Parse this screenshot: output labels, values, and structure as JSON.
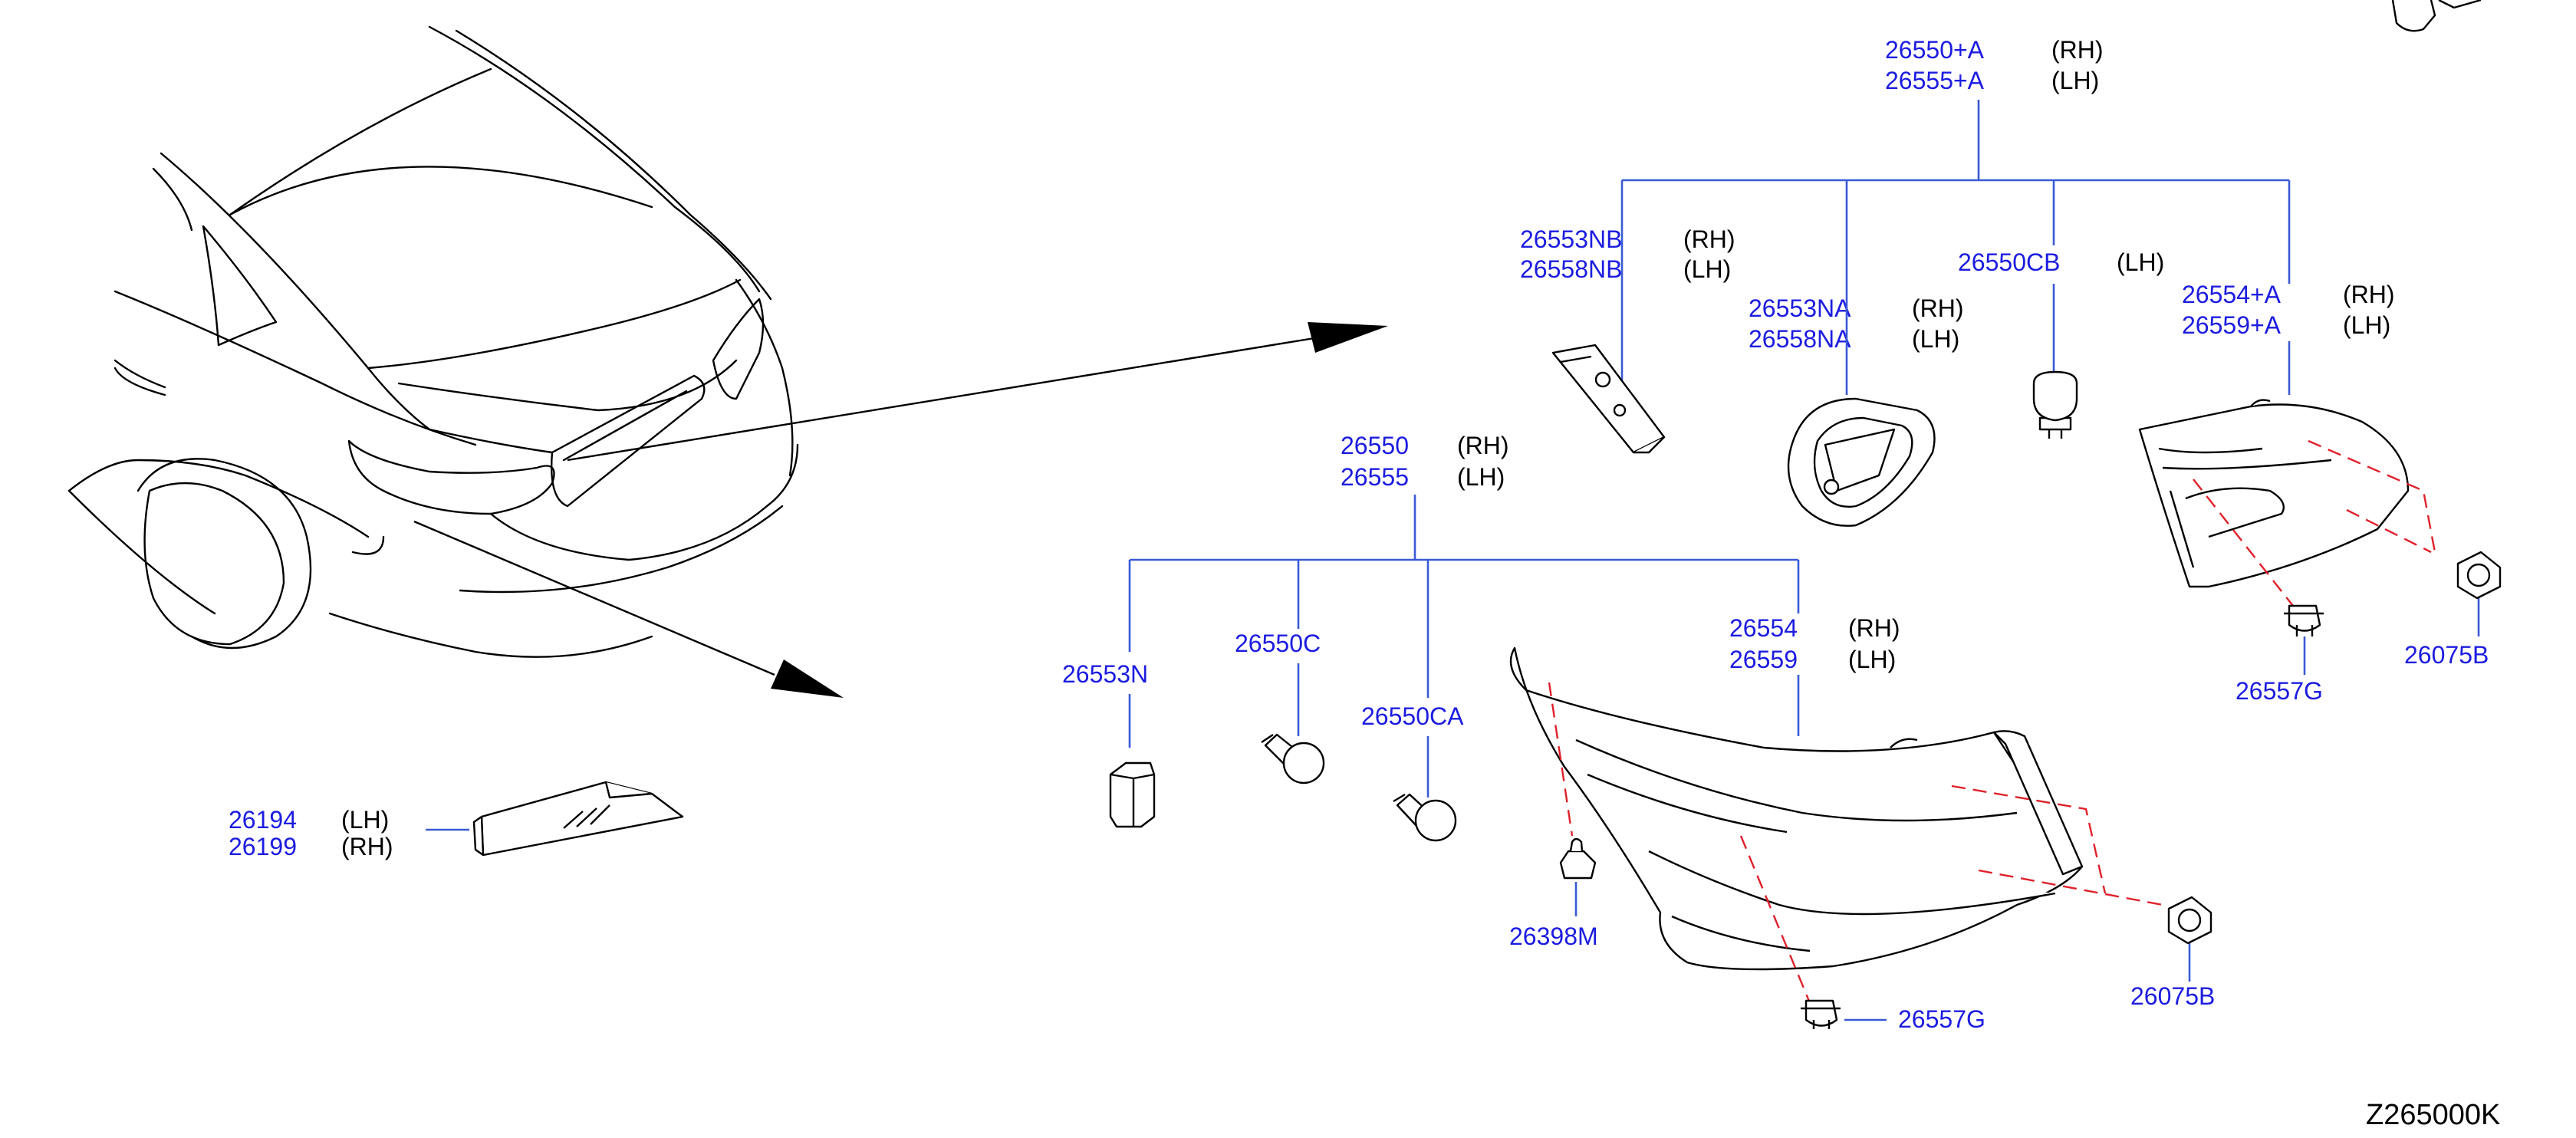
{
  "diagram": {
    "ref_code": "Z265000K",
    "labels": {
      "assy_rh": "26550+A",
      "assy_lh": "26555+A",
      "socket_b_rh": "26553NB",
      "socket_b_lh": "26558NB",
      "socket_a_rh": "26553NA",
      "socket_a_lh": "26558NA",
      "bulb_cb": "26550CB",
      "inner_lens_rh": "26554+A",
      "inner_lens_lh": "26559+A",
      "grommet_g_upper": "26557G",
      "nut_b_upper": "26075B",
      "combo_rh": "26550",
      "combo_lh": "26555",
      "socket_n": "26553N",
      "bulb_c": "26550C",
      "bulb_ca": "26550CA",
      "lens_rh": "26554",
      "lens_lh": "26559",
      "clip_m": "26398M",
      "grommet_g_lower": "26557G",
      "nut_b_lower": "26075B",
      "plate_lamp_lh": "26194",
      "plate_lamp_rh": "26199"
    },
    "tags": {
      "rh": "(RH)",
      "lh": "(LH)"
    }
  }
}
